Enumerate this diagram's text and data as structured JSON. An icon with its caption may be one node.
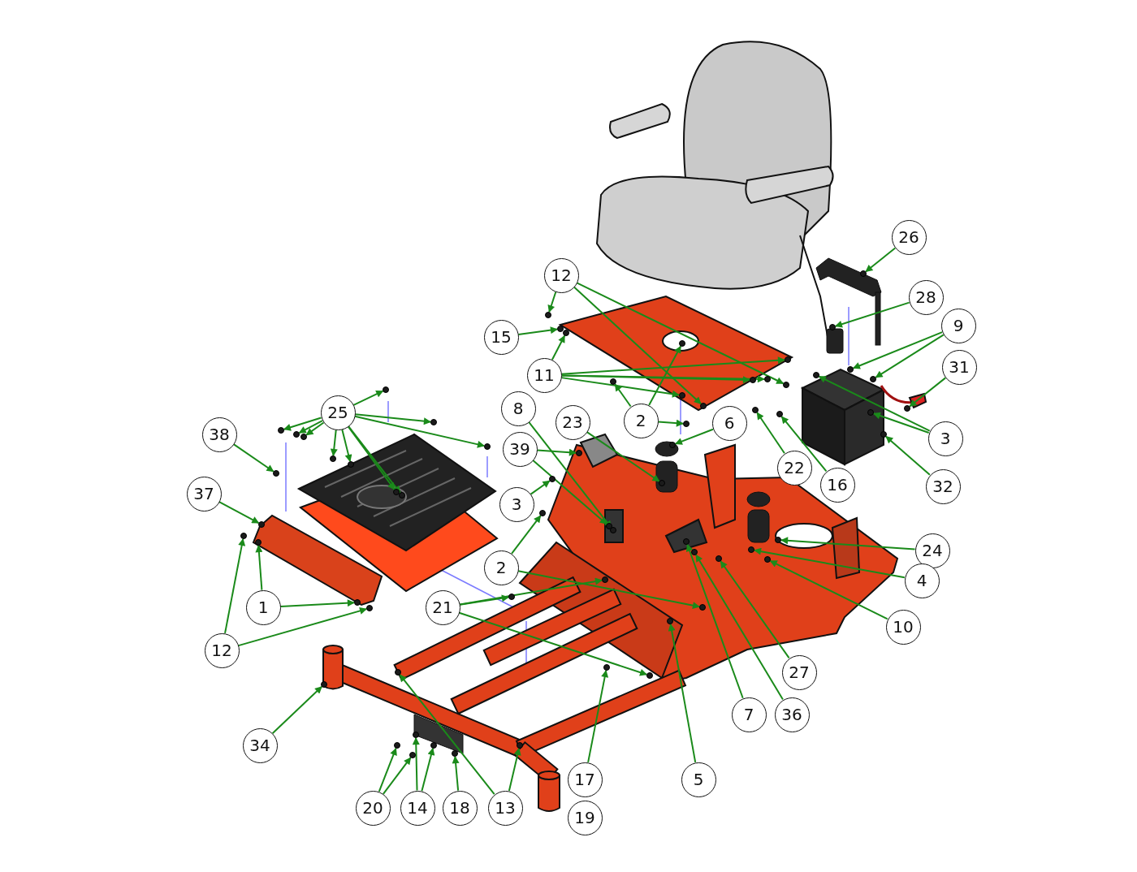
{
  "diagram": {
    "nodes": [
      {
        "text": [
          "12"
        ]
      },
      {
        "text": [
          "15"
        ]
      },
      {
        "text": [
          "11"
        ]
      },
      {
        "text": [
          "2"
        ]
      },
      {
        "text": [
          "6"
        ]
      },
      {
        "text": [
          "8"
        ]
      },
      {
        "text": [
          "23"
        ]
      },
      {
        "text": [
          "39"
        ]
      },
      {
        "text": [
          "25"
        ]
      },
      {
        "text": [
          "38"
        ]
      },
      {
        "text": [
          "37"
        ]
      },
      {
        "text": [
          "1"
        ]
      },
      {
        "text": [
          "12"
        ]
      },
      {
        "text": [
          "3"
        ]
      },
      {
        "text": [
          "2"
        ]
      },
      {
        "text": [
          "21"
        ]
      },
      {
        "text": [
          "22"
        ]
      },
      {
        "text": [
          "16"
        ]
      },
      {
        "text": [
          "26"
        ]
      },
      {
        "text": [
          "28"
        ]
      },
      {
        "text": [
          "9"
        ]
      },
      {
        "text": [
          "31"
        ]
      },
      {
        "text": [
          "3"
        ]
      },
      {
        "text": [
          "32"
        ]
      },
      {
        "text": [
          "24"
        ]
      },
      {
        "text": [
          "4"
        ]
      },
      {
        "text": [
          "10"
        ]
      },
      {
        "text": [
          "27"
        ]
      },
      {
        "text": [
          "7"
        ]
      },
      {
        "text": [
          "36"
        ]
      },
      {
        "text": [
          "5"
        ]
      },
      {
        "text": [
          "34"
        ]
      },
      {
        "text": [
          "20"
        ]
      },
      {
        "text": [
          "14"
        ]
      },
      {
        "text": [
          "18"
        ]
      },
      {
        "text": [
          "13"
        ]
      },
      {
        "text": [
          "17"
        ]
      },
      {
        "text": [
          "19"
        ]
      },
      {
        "text": [],
        "shape": "circle"
      },
      {
        "text": [],
        "shape": "circle"
      },
      {
        "text": [],
        "shape": "circle"
      },
      {
        "text": [],
        "shape": "circle"
      },
      {
        "text": [],
        "shape": "circle"
      },
      {
        "text": [],
        "shape": "circle"
      },
      {
        "text": [],
        "shape": "circle"
      },
      {
        "text": [],
        "shape": "circle"
      },
      {
        "text": [],
        "shape": "circle"
      },
      {
        "text": [],
        "shape": "circle"
      },
      {
        "text": [],
        "shape": "circle"
      },
      {
        "text": [],
        "shape": "circle"
      },
      {
        "text": [],
        "shape": "circle"
      },
      {
        "text": [],
        "shape": "circle"
      },
      {
        "text": [],
        "shape": "circle"
      },
      {
        "text": [],
        "shape": "circle"
      },
      {
        "text": [],
        "shape": "circle"
      },
      {
        "text": [],
        "shape": "circle"
      },
      {
        "text": [],
        "shape": "circle"
      },
      {
        "text": [],
        "shape": "circle"
      },
      {
        "text": [],
        "shape": "circle"
      },
      {
        "text": [],
        "shape": "circle"
      },
      {
        "text": [],
        "shape": "circle"
      },
      {
        "text": [],
        "shape": "circle"
      },
      {
        "text": [],
        "shape": "circle"
      },
      {
        "text": [],
        "shape": "circle"
      },
      {
        "text": [],
        "shape": "circle"
      },
      {
        "text": [],
        "shape": "circle"
      },
      {
        "text": [],
        "shape": "circle"
      },
      {
        "text": [],
        "shape": "circle"
      },
      {
        "text": [],
        "shape": "circle"
      },
      {
        "text": [],
        "shape": "circle"
      },
      {
        "text": [],
        "shape": "circle"
      },
      {
        "text": [],
        "shape": "circle"
      },
      {
        "text": [],
        "shape": "circle"
      },
      {
        "text": [],
        "shape": "circle"
      },
      {
        "text": [],
        "shape": "circle"
      },
      {
        "text": [],
        "shape": "circle"
      },
      {
        "text": [],
        "shape": "circle"
      },
      {
        "text": [],
        "shape": "circle"
      },
      {
        "text": [],
        "shape": "circle"
      },
      {
        "text": [],
        "shape": "circle"
      },
      {
        "text": [],
        "shape": "circle"
      },
      {
        "text": [],
        "shape": "circle"
      },
      {
        "text": [],
        "shape": "circle"
      },
      {
        "text": [],
        "shape": "circle"
      },
      {
        "text": [],
        "shape": "circle"
      },
      {
        "text": [],
        "shape": "circle"
      },
      {
        "text": [],
        "shape": "circle"
      },
      {
        "text": [],
        "shape": "circle"
      },
      {
        "text": [],
        "shape": "circle"
      },
      {
        "text": [],
        "shape": "circle"
      },
      {
        "text": [],
        "shape": "circle"
      },
      {
        "text": [],
        "shape": "circle"
      },
      {
        "text": [],
        "shape": "circle"
      },
      {
        "text": [],
        "shape": "circle"
      },
      {
        "text": [],
        "shape": "circle"
      },
      {
        "text": [],
        "shape": "circle"
      },
      {
        "text": [],
        "shape": "circle"
      },
      {
        "text": [],
        "shape": "circle"
      },
      {
        "text": [],
        "shape": "circle"
      },
      {
        "text": [],
        "shape": "circle"
      },
      {
        "text": [],
        "shape": "circle"
      },
      {
        "text": [],
        "shape": "circle"
      },
      {
        "text": [],
        "shape": "circle"
      }
    ],
    "edges": [
      {
        "from": 0,
        "to": 38,
        "arrow": "to"
      },
      {
        "from": 0,
        "to": 39,
        "arrow": "to"
      },
      {
        "from": 0,
        "to": 40,
        "arrow": "to"
      },
      {
        "from": 1,
        "to": 41,
        "arrow": "to"
      },
      {
        "from": 2,
        "to": 42,
        "arrow": "to"
      },
      {
        "from": 2,
        "to": 43,
        "arrow": "to"
      },
      {
        "from": 2,
        "to": 44,
        "arrow": "to"
      },
      {
        "from": 2,
        "to": 45,
        "arrow": "to"
      },
      {
        "from": 2,
        "to": 46,
        "arrow": "to"
      },
      {
        "from": 3,
        "to": 47,
        "arrow": "to"
      },
      {
        "from": 3,
        "to": 48,
        "arrow": "to"
      },
      {
        "from": 3,
        "to": 49,
        "arrow": "to"
      },
      {
        "from": 4,
        "to": 50,
        "arrow": "to"
      },
      {
        "from": 5,
        "to": 51,
        "arrow": "to"
      },
      {
        "from": 6,
        "to": 52,
        "arrow": "to"
      },
      {
        "from": 7,
        "to": 53,
        "arrow": "to"
      },
      {
        "from": 7,
        "to": 54,
        "arrow": "to"
      },
      {
        "from": 8,
        "to": 55,
        "arrow": "to"
      },
      {
        "from": 8,
        "to": 56,
        "arrow": "to"
      },
      {
        "from": 8,
        "to": 57,
        "arrow": "to"
      },
      {
        "from": 8,
        "to": 58,
        "arrow": "to"
      },
      {
        "from": 8,
        "to": 59,
        "arrow": "to"
      },
      {
        "from": 8,
        "to": 60,
        "arrow": "to"
      },
      {
        "from": 8,
        "to": 61,
        "arrow": "to"
      },
      {
        "from": 8,
        "to": 62,
        "arrow": "to"
      },
      {
        "from": 8,
        "to": 63,
        "arrow": "to"
      },
      {
        "from": 8,
        "to": 64,
        "arrow": "to"
      },
      {
        "from": 9,
        "to": 65,
        "arrow": "to"
      },
      {
        "from": 10,
        "to": 66,
        "arrow": "to"
      },
      {
        "from": 11,
        "to": 67,
        "arrow": "to"
      },
      {
        "from": 11,
        "to": 68,
        "arrow": "to"
      },
      {
        "from": 12,
        "to": 69,
        "arrow": "to"
      },
      {
        "from": 12,
        "to": 70,
        "arrow": "to"
      },
      {
        "from": 13,
        "to": 71,
        "arrow": "to"
      },
      {
        "from": 14,
        "to": 72,
        "arrow": "to"
      },
      {
        "from": 14,
        "to": 73,
        "arrow": "to"
      },
      {
        "from": 15,
        "to": 74,
        "arrow": "to"
      },
      {
        "from": 15,
        "to": 75,
        "arrow": "to"
      },
      {
        "from": 15,
        "to": 76,
        "arrow": "to"
      },
      {
        "from": 16,
        "to": 77,
        "arrow": "to"
      },
      {
        "from": 17,
        "to": 78,
        "arrow": "to"
      },
      {
        "from": 18,
        "to": 79,
        "arrow": "to"
      },
      {
        "from": 19,
        "to": 80,
        "arrow": "to"
      },
      {
        "from": 20,
        "to": 81,
        "arrow": "to"
      },
      {
        "from": 20,
        "to": 82,
        "arrow": "to"
      },
      {
        "from": 21,
        "to": 83,
        "arrow": "to"
      },
      {
        "from": 22,
        "to": 84,
        "arrow": "to"
      },
      {
        "from": 22,
        "to": 85,
        "arrow": "to"
      },
      {
        "from": 23,
        "to": 86,
        "arrow": "to"
      },
      {
        "from": 24,
        "to": 87,
        "arrow": "to"
      },
      {
        "from": 25,
        "to": 88,
        "arrow": "to"
      },
      {
        "from": 26,
        "to": 89,
        "arrow": "to"
      },
      {
        "from": 27,
        "to": 90,
        "arrow": "to"
      },
      {
        "from": 28,
        "to": 91,
        "arrow": "to"
      },
      {
        "from": 29,
        "to": 92,
        "arrow": "to"
      },
      {
        "from": 30,
        "to": 93,
        "arrow": "to"
      },
      {
        "from": 31,
        "to": 94,
        "arrow": "to"
      },
      {
        "from": 32,
        "to": 95,
        "arrow": "to"
      },
      {
        "from": 32,
        "to": 96,
        "arrow": "to"
      },
      {
        "from": 33,
        "to": 97,
        "arrow": "to"
      },
      {
        "from": 33,
        "to": 98,
        "arrow": "to"
      },
      {
        "from": 34,
        "to": 99,
        "arrow": "to"
      },
      {
        "from": 35,
        "to": 100,
        "arrow": "to"
      },
      {
        "from": 35,
        "to": 101,
        "arrow": "to"
      },
      {
        "from": 36,
        "to": 102,
        "arrow": "to"
      }
    ]
  }
}
